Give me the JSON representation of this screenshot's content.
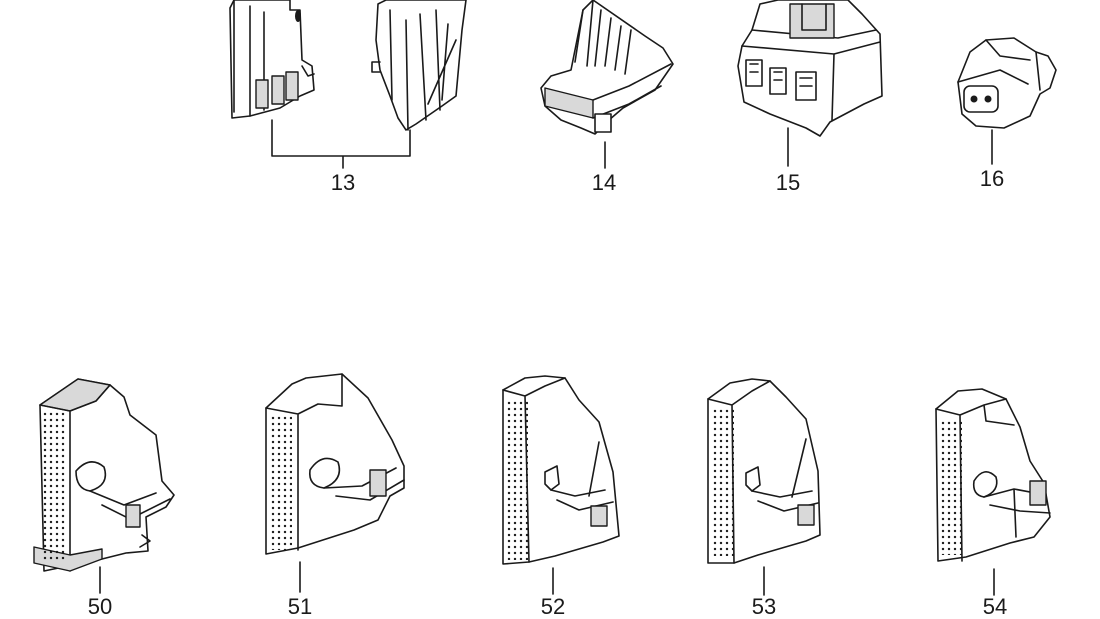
{
  "parts": [
    {
      "id": "13",
      "label": "13"
    },
    {
      "id": "14",
      "label": "14"
    },
    {
      "id": "15",
      "label": "15"
    },
    {
      "id": "16",
      "label": "16"
    },
    {
      "id": "50",
      "label": "50"
    },
    {
      "id": "51",
      "label": "51"
    },
    {
      "id": "52",
      "label": "52"
    },
    {
      "id": "53",
      "label": "53"
    },
    {
      "id": "54",
      "label": "54"
    }
  ]
}
